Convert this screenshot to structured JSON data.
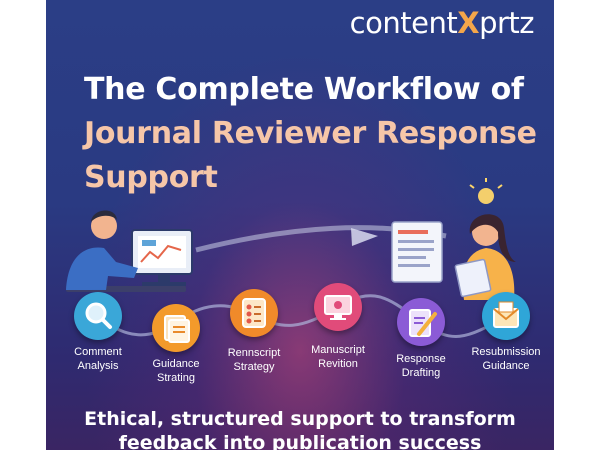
{
  "brand": {
    "logo_part1": "content",
    "logo_x": "X",
    "logo_part2": "prtz"
  },
  "headline": {
    "line1": "The Complete Workflow of",
    "line2": "Journal Reviewer Response",
    "line3": "Support"
  },
  "workflow": {
    "steps": [
      {
        "label": "Comment\nAnalysis",
        "icon": "magnifier-icon",
        "color": "#3aa7d8"
      },
      {
        "label": "Guidance\nStrating",
        "icon": "document-stack-icon",
        "color": "#f39a2b"
      },
      {
        "label": "Rennscript\nStrategy",
        "icon": "checklist-icon",
        "color": "#f08a2a"
      },
      {
        "label": "Manuscript\nRevition",
        "icon": "monitor-icon",
        "color": "#e14b7a"
      },
      {
        "label": "Response\nDrafting",
        "icon": "pen-paper-icon",
        "color": "#8b5bd6"
      },
      {
        "label": "Resubmission\nGuidance",
        "icon": "envelope-icon",
        "color": "#2fa6d8"
      }
    ]
  },
  "footer": {
    "line1": "Ethical, structured support to transform",
    "line2": "feedback into publication success"
  },
  "colors": {
    "accent": "#f4a64a",
    "title_highlight": "#f6c6a8",
    "background": "#2b3e86"
  }
}
